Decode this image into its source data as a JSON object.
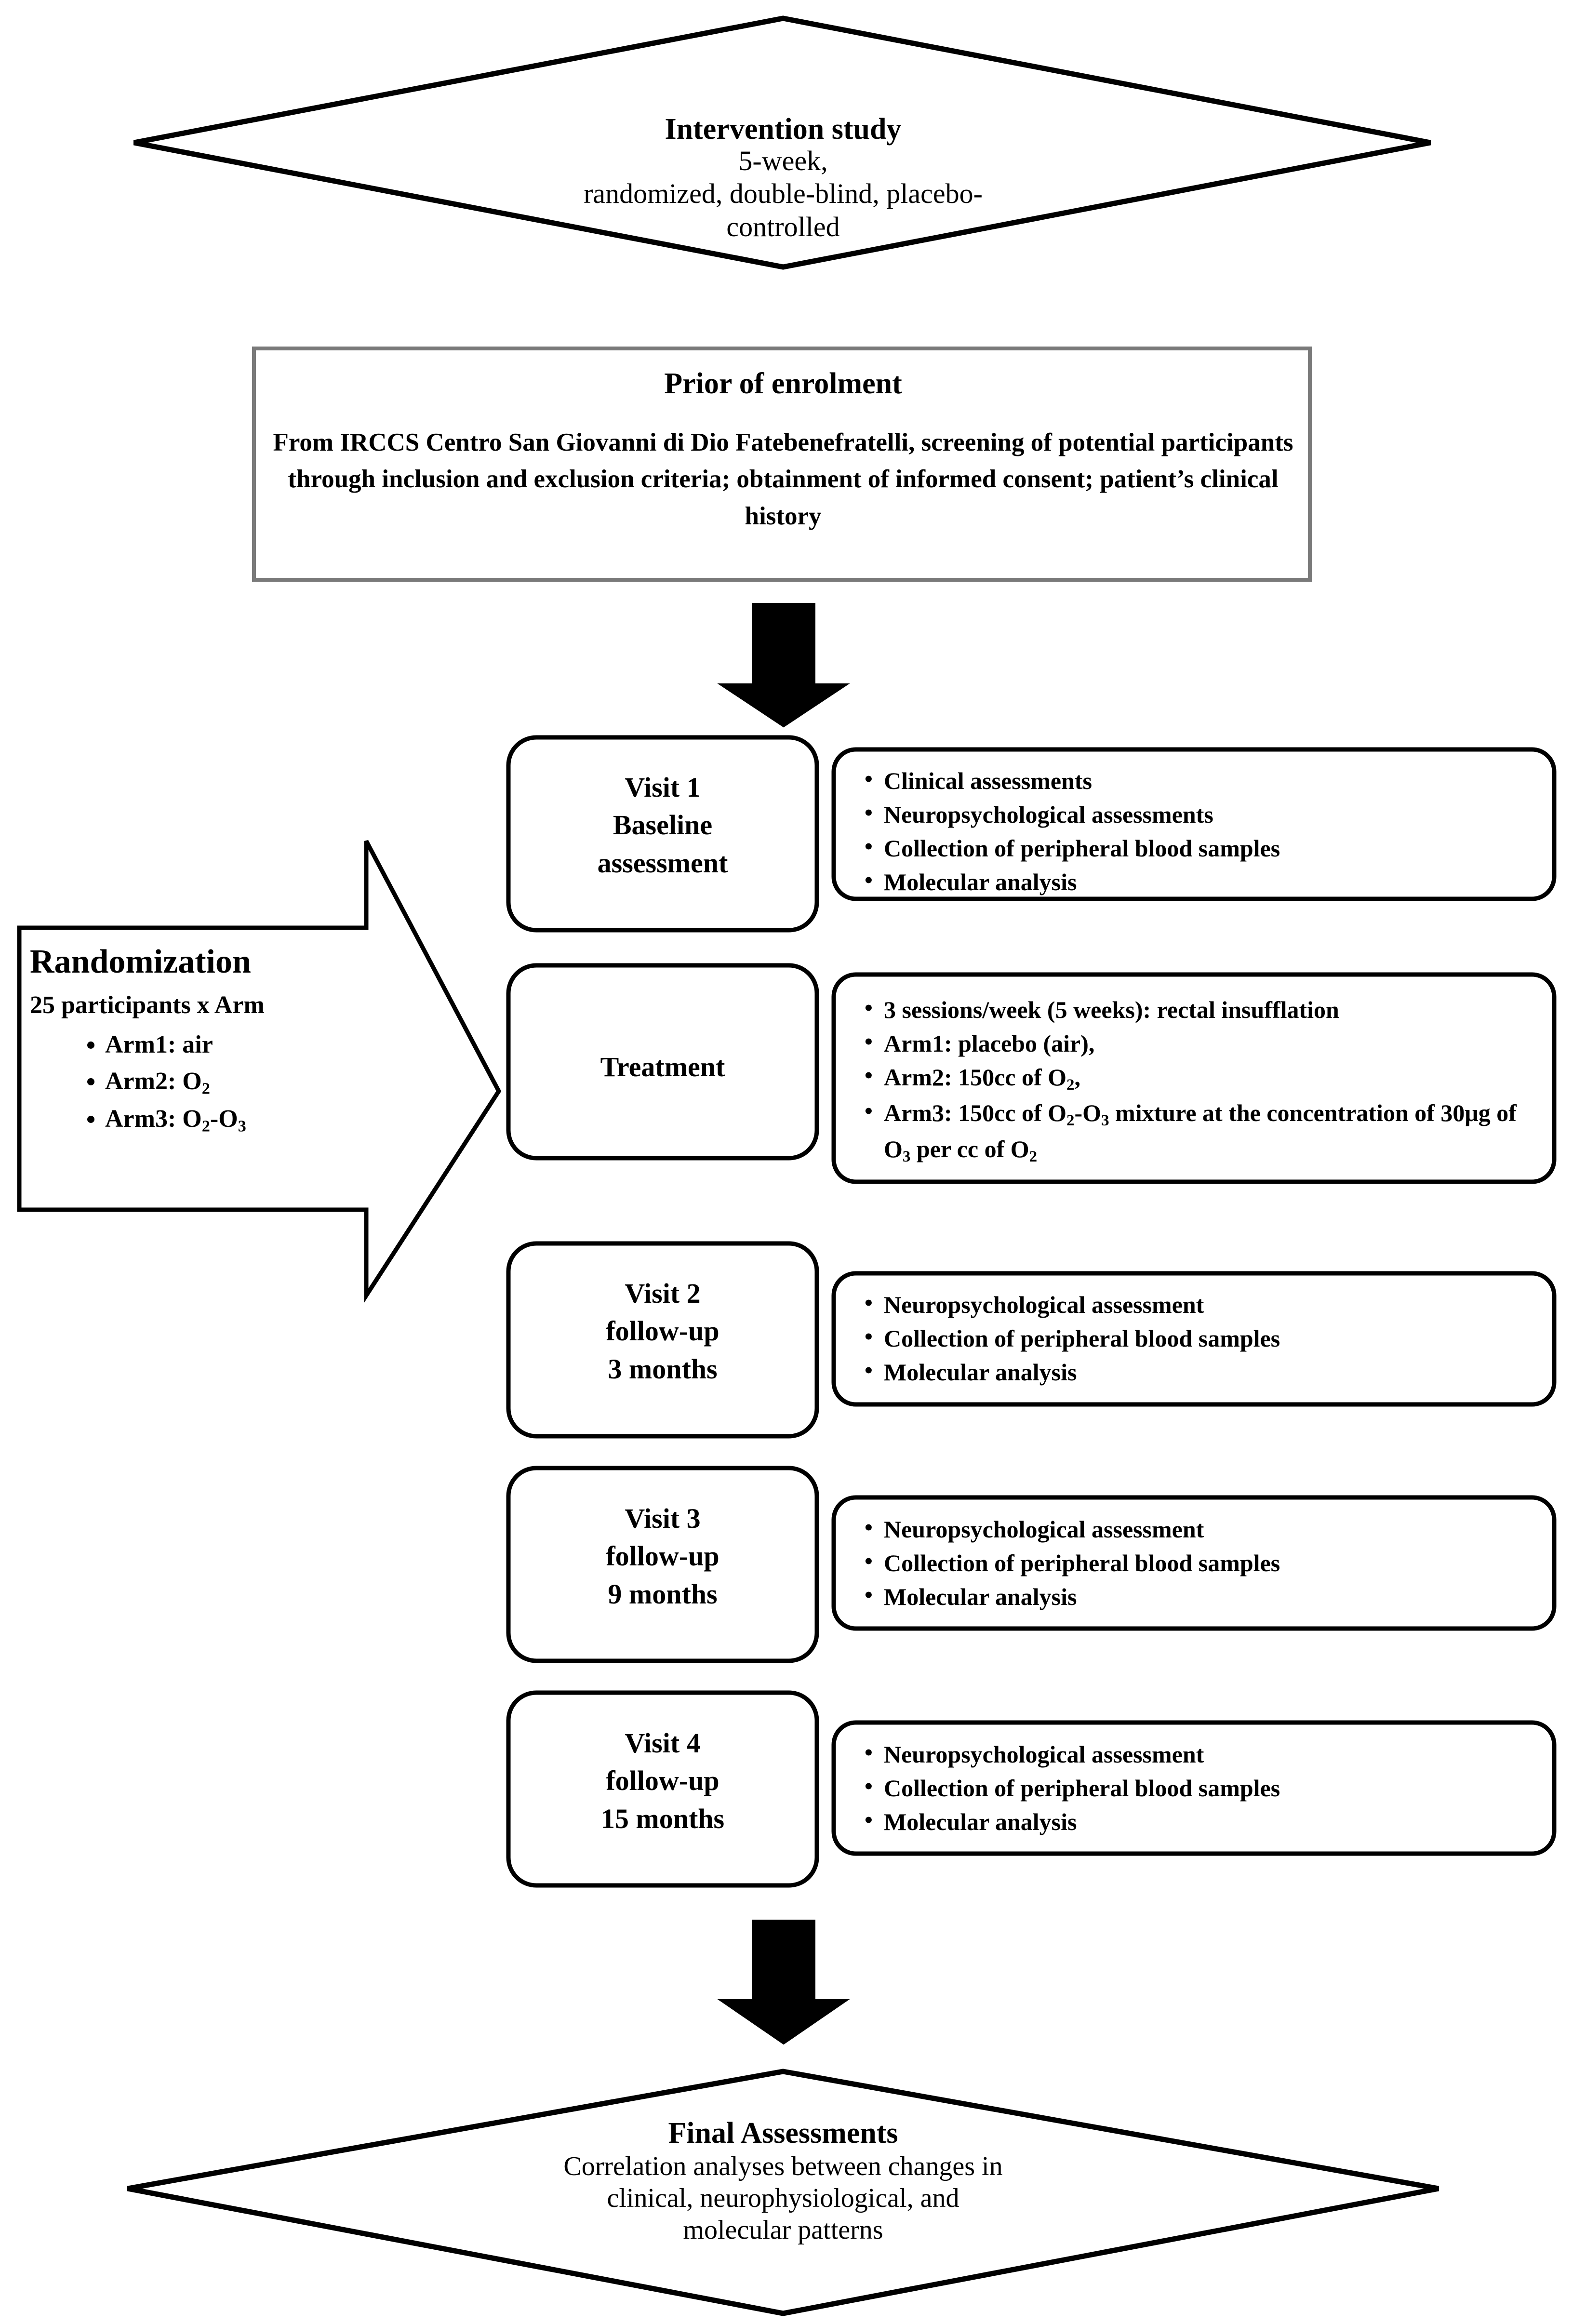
{
  "diagram": {
    "type": "clinical-trial-flowchart",
    "top_node": {
      "shape": "diamond",
      "title": "Intervention study",
      "subtitle": "5-week,\nrandomized, double-blind, placebo-\ncontrolled"
    },
    "prior_node": {
      "shape": "rectangle",
      "title": "Prior of enrolment",
      "body": "From IRCCS Centro San Giovanni di Dio Fatebenefratelli, screening of potential participants through inclusion and exclusion criteria; obtainment of informed consent; patient’s clinical history"
    },
    "randomization": {
      "shape": "right-arrow-callout",
      "title": "Randomization",
      "subtitle": "25 participants x Arm",
      "arms": [
        "Arm1: air",
        "Arm2: O₂",
        "Arm3: O₂-O₃"
      ]
    },
    "stages": [
      {
        "label": "Visit 1\nBaseline\nassessment",
        "details": [
          "Clinical assessments",
          "Neuropsychological assessments",
          "Collection of peripheral blood samples",
          "Molecular analysis"
        ]
      },
      {
        "label": "Treatment",
        "details": [
          "3 sessions/week (5 weeks): rectal insufflation",
          "Arm1: placebo (air),",
          "Arm2: 150cc of O₂,",
          "Arm3: 150cc of O₂-O₃ mixture at the concentration of 30μg of O₃ per cc of O₂"
        ]
      },
      {
        "label": "Visit 2\nfollow-up\n3 months",
        "details": [
          "Neuropsychological assessment",
          "Collection of peripheral blood samples",
          "Molecular analysis"
        ]
      },
      {
        "label": "Visit 3\nfollow-up\n9 months",
        "details": [
          "Neuropsychological assessment",
          "Collection of peripheral blood samples",
          "Molecular analysis"
        ]
      },
      {
        "label": "Visit 4\nfollow-up\n15 months",
        "details": [
          "Neuropsychological assessment",
          "Collection of peripheral blood samples",
          "Molecular analysis"
        ]
      }
    ],
    "bottom_node": {
      "shape": "diamond",
      "title": "Final Assessments",
      "subtitle": "Correlation analyses between changes in\nclinical, neurophysiological, and\nmolecular patterns"
    },
    "arrows": [
      {
        "name": "arrow-prior-to-visits",
        "direction": "down"
      },
      {
        "name": "arrow-visits-to-final",
        "direction": "down"
      }
    ],
    "colors": {
      "stroke": "#000000",
      "fill": "#ffffff",
      "text": "#000000",
      "box_stroke_gray": "#808080"
    }
  }
}
